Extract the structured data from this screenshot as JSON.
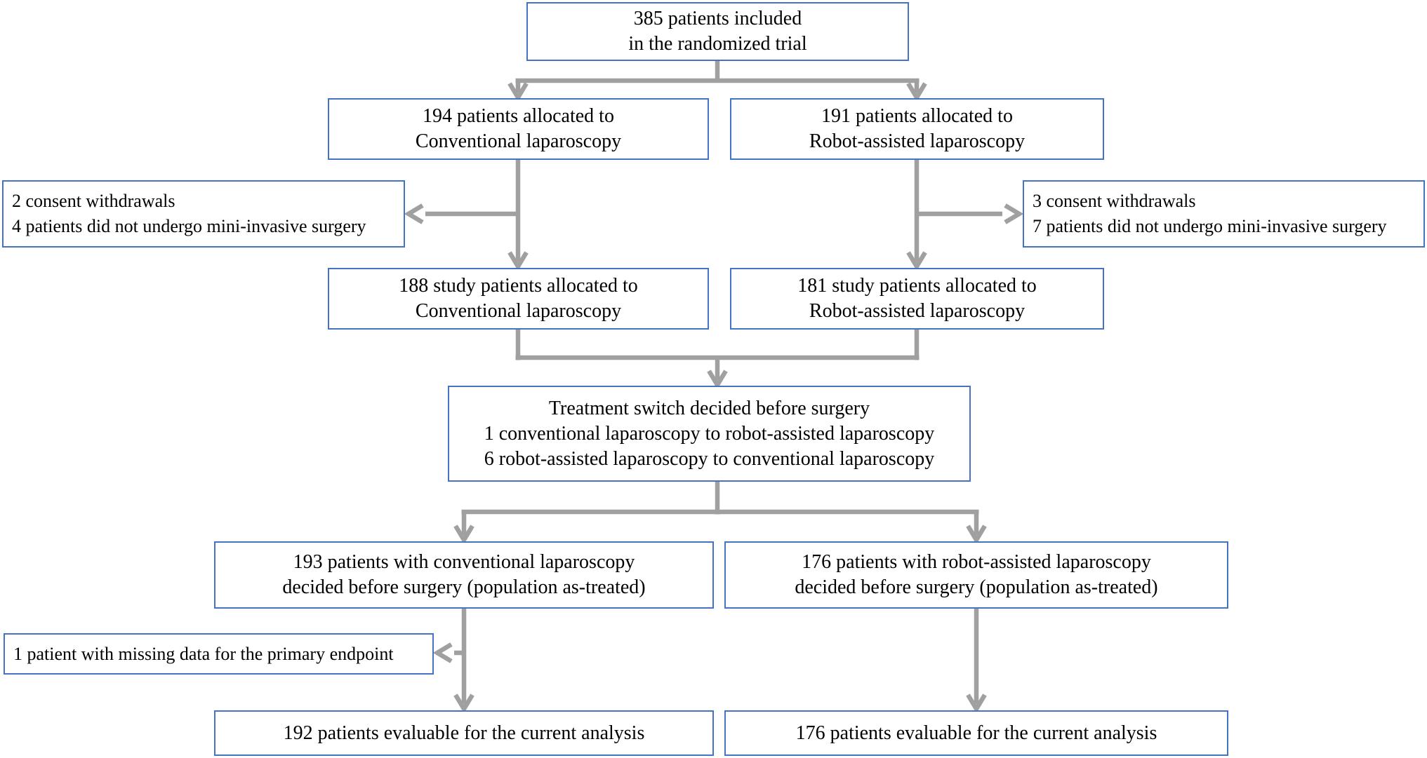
{
  "flowchart": {
    "included": {
      "line1": "385 patients included",
      "line2": "in the randomized trial"
    },
    "allocated_conventional": {
      "line1": "194 patients allocated to",
      "line2": "Conventional laparoscopy"
    },
    "allocated_robot": {
      "line1": "191 patients allocated to",
      "line2": "Robot-assisted laparoscopy"
    },
    "withdrawn_conventional": {
      "line1": "2 consent withdrawals",
      "line2": "4 patients did not undergo mini-invasive surgery"
    },
    "withdrawn_robot": {
      "line1": "3 consent withdrawals",
      "line2": "7 patients did not undergo mini-invasive surgery"
    },
    "study_conventional": {
      "line1": "188 study patients allocated to",
      "line2": "Conventional laparoscopy"
    },
    "study_robot": {
      "line1": "181 study patients allocated to",
      "line2": "Robot-assisted laparoscopy"
    },
    "treatment_switch": {
      "line1": "Treatment switch decided before surgery",
      "line2": "1 conventional laparoscopy to robot-assisted laparoscopy",
      "line3": "6 robot-assisted laparoscopy to conventional laparoscopy"
    },
    "astreated_conventional": {
      "line1": "193 patients with conventional laparoscopy",
      "line2": "decided before surgery (population as-treated)"
    },
    "astreated_robot": {
      "line1": "176 patients with robot-assisted laparoscopy",
      "line2": "decided before surgery (population as-treated)"
    },
    "missing_data": {
      "line1": "1 patient with missing data for the primary endpoint"
    },
    "evaluable_conventional": {
      "line1": "192 patients evaluable for the current analysis"
    },
    "evaluable_robot": {
      "line1": "176 patients evaluable for the current analysis"
    }
  },
  "colors": {
    "box_border": "#4472c4",
    "connector": "#a0a0a0",
    "text": "#000000",
    "background": "#ffffff"
  }
}
